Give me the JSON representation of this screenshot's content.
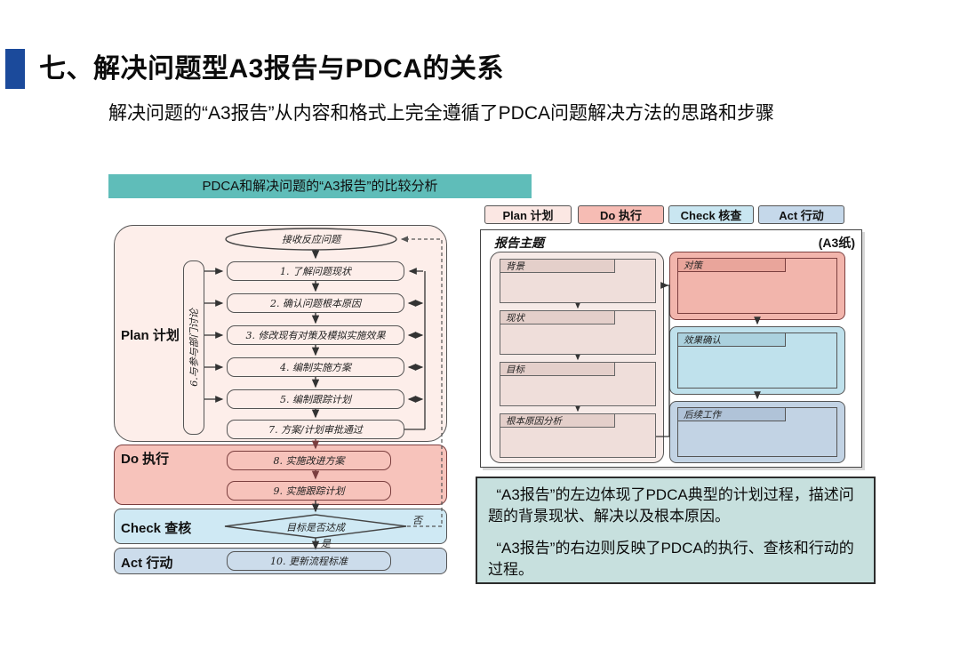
{
  "slide": {
    "title": "七、解决问题型A3报告与PDCA的关系",
    "subtitle": "解决问题的“A3报告”从内容和格式上完全遵循了PDCA问题解决方法的思路和步骤",
    "banner": "PDCA和解决问题的“A3报告”的比较分析"
  },
  "flowchart": {
    "sections": {
      "plan": "Plan 计划",
      "do": "Do 执行",
      "check": "Check 查核",
      "act": "Act 行动"
    },
    "start": "接收反应问题",
    "side_box": "6.与参与部门讨论",
    "plan_steps": [
      "1. 了解问题现状",
      "2. 确认问题根本原因",
      "3. 修改现有对策及模拟实施效果",
      "4. 编制实施方案",
      "5. 编制跟踪计划",
      "7. 方案/计划审批通过"
    ],
    "do_steps": [
      "8. 实施改进方案",
      "9. 实施跟踪计划"
    ],
    "decision": "目标是否达成",
    "no": "否",
    "yes": "是",
    "act_step": "10. 更新流程标准"
  },
  "legend": [
    {
      "label": "Plan 计划",
      "color": "#fbe7e3"
    },
    {
      "label": "Do 执行",
      "color": "#f6bcb4"
    },
    {
      "label": "Check 核查",
      "color": "#c9e6f1"
    },
    {
      "label": "Act 行动",
      "color": "#c5d8ea"
    }
  ],
  "a3_report": {
    "header_left": "报告主题",
    "header_right": "(A3纸)",
    "left_sections": [
      "背景",
      "现状",
      "目标",
      "根本原因分析"
    ],
    "right_sections": [
      "对策",
      "效果确认",
      "后续工作"
    ]
  },
  "note": {
    "p1": "“A3报告”的左边体现了PDCA典型的计划过程，描述问题的背景现状、解决以及根本原因。",
    "p2": "“A3报告”的右边则反映了PDCA的执行、查核和行动的过程。"
  },
  "colors": {
    "blue_square": "#1b4a9b",
    "banner_bg": "#5fbdb9",
    "plan_bg": "#fdeeea",
    "do_bg": "#f7c3bb",
    "check_bg": "#cfe9f4",
    "act_bg": "#ccdceb",
    "maroon_border": "#7b3f3f",
    "a3_left_bg": "#f6eae7",
    "a3_section_bg": "#efdeda",
    "a3_section_tab": "#e4cfca",
    "a3_right1_bg": "#f2b5ac",
    "a3_right1_tab": "#e9a59b",
    "a3_right2_bg": "#bfe1ec",
    "a3_right2_tab": "#abd1de",
    "a3_right3_bg": "#c2d3e4",
    "a3_right3_tab": "#b0c3d8",
    "note_bg": "#c7e0de"
  }
}
